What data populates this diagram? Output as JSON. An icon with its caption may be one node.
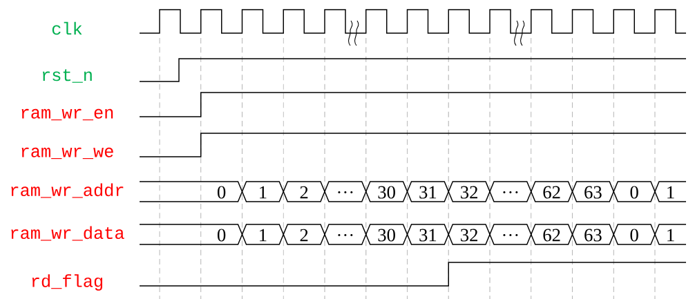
{
  "diagram": {
    "nodes": [
      {
        "text": [
          "0"
        ]
      },
      {
        "text": [
          "1"
        ]
      },
      {
        "text": [
          "2"
        ]
      },
      {
        "text": [
          "…"
        ]
      },
      {
        "text": [
          "30"
        ]
      },
      {
        "text": [
          "31"
        ]
      },
      {
        "text": [
          "32"
        ]
      },
      {
        "text": [
          "…"
        ]
      },
      {
        "text": [
          "62"
        ]
      },
      {
        "text": [
          "63"
        ]
      },
      {
        "text": [
          "0"
        ]
      },
      {
        "text": [
          "1"
        ]
      },
      {
        "text": [
          "0"
        ]
      },
      {
        "text": [
          "1"
        ]
      },
      {
        "text": [
          "2"
        ]
      },
      {
        "text": [
          "…"
        ]
      },
      {
        "text": [
          "30"
        ]
      },
      {
        "text": [
          "31"
        ]
      },
      {
        "text": [
          "32"
        ]
      },
      {
        "text": [
          "…"
        ]
      },
      {
        "text": [
          "62"
        ]
      },
      {
        "text": [
          "63"
        ]
      },
      {
        "text": [
          "0"
        ]
      },
      {
        "text": [
          "1"
        ]
      }
    ],
    "labels": [
      "clk",
      "rst_n",
      "ram_wr_en",
      "ram_wr_we",
      "ram_wr_addr",
      "ram_wr_data",
      "rd_flag"
    ]
  }
}
